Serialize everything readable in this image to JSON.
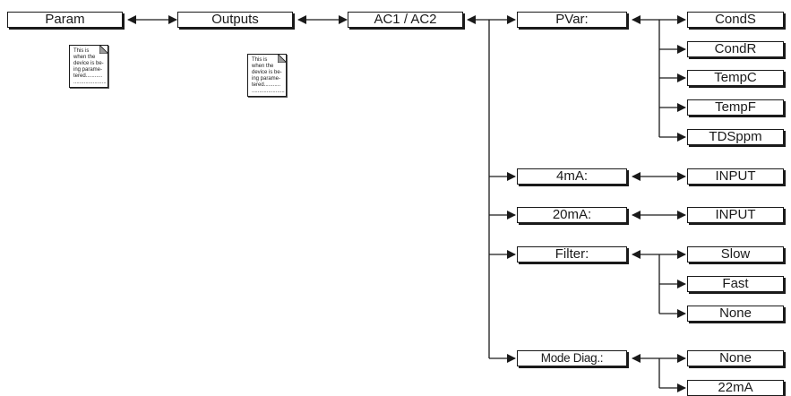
{
  "boxes": {
    "param": "Param",
    "outputs": "Outputs",
    "ac": "AC1 / AC2",
    "pvar": "PVar:",
    "conds": "CondS",
    "condr": "CondR",
    "tempc": "TempC",
    "tempf": "TempF",
    "tdsppm": "TDSppm",
    "ma4": "4mA:",
    "ma4_input": "INPUT",
    "ma20": "20mA:",
    "ma20_input": "INPUT",
    "filter": "Filter:",
    "slow": "Slow",
    "fast": "Fast",
    "filter_none": "None",
    "mode_diag": "Mode Diag.:",
    "diag_none": "None",
    "diag_22ma": "22mA"
  },
  "notes": {
    "param_note": [
      "This is",
      "when the",
      "device is be-",
      "ing parame-",
      "tered...........",
      "......................"
    ],
    "outputs_note": [
      "This is",
      "when the",
      "device is be-",
      "ing parame-",
      "tered...........",
      "......................"
    ]
  }
}
